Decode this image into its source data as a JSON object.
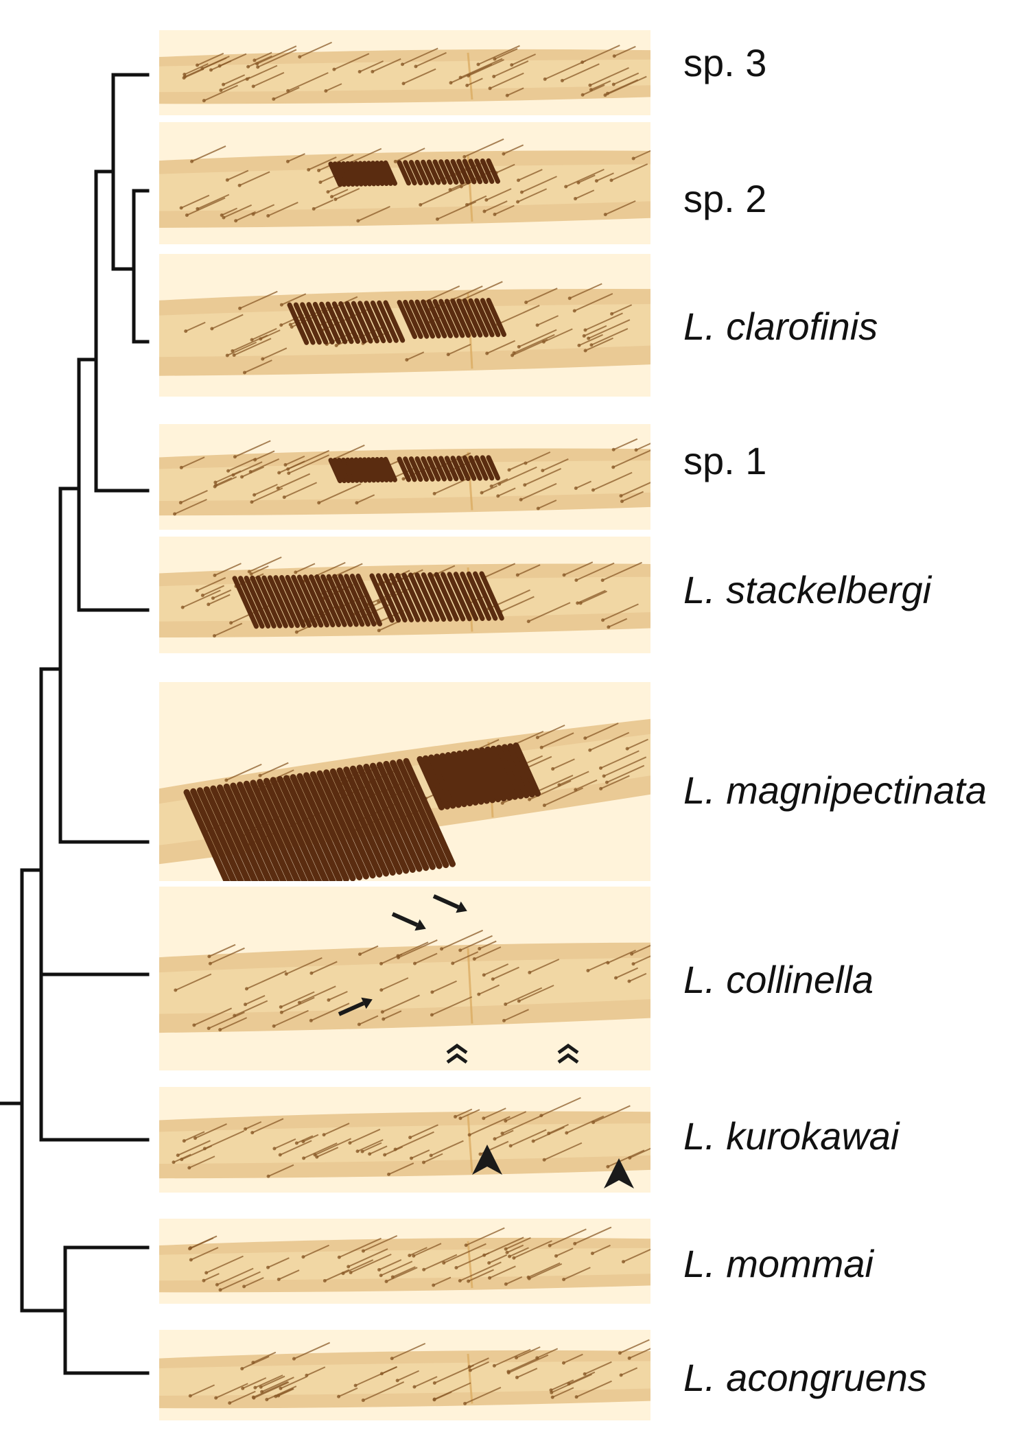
{
  "colors": {
    "background": "#ffffff",
    "tree_line": "#111111",
    "leg_light": "#f3d9a8",
    "leg_mid": "#d9a85c",
    "seta": "#8a5a28",
    "sex_comb": "#5a2c10",
    "annotation": "#1a1a1a"
  },
  "taxa": [
    {
      "label": "sp. 3",
      "italic": false,
      "comb": "none"
    },
    {
      "label": "sp. 2",
      "italic": false,
      "comb": "small"
    },
    {
      "label": "L. clarofinis",
      "italic": true,
      "comb": "medium"
    },
    {
      "label": "sp. 1",
      "italic": false,
      "comb": "small"
    },
    {
      "label": "L. stackelbergi",
      "italic": true,
      "comb": "large"
    },
    {
      "label": "L. magnipectinata",
      "italic": true,
      "comb": "huge"
    },
    {
      "label": "L. collinella",
      "italic": true,
      "comb": "none"
    },
    {
      "label": "L. kurokawai",
      "italic": true,
      "comb": "none"
    },
    {
      "label": "L. mommai",
      "italic": true,
      "comb": "none"
    },
    {
      "label": "L. acongruens",
      "italic": true,
      "comb": "none"
    }
  ],
  "annotations": {
    "collinella": [
      "arrow",
      "arrow",
      "arrow",
      "double-chevron",
      "double-chevron"
    ],
    "kurokawai": [
      "arrowhead",
      "arrowhead"
    ]
  },
  "icons": [
    "arrow-icon",
    "double-chevron-icon",
    "arrowhead-icon"
  ]
}
